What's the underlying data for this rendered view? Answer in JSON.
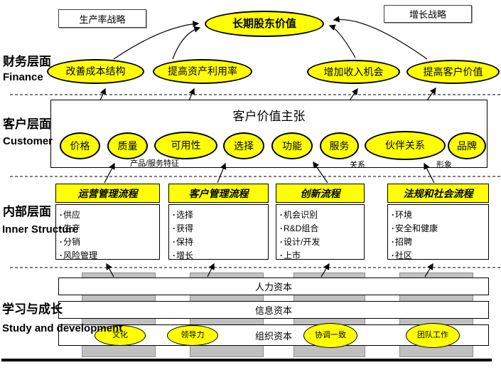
{
  "strategy_boxes": {
    "productivity": "生产率战略",
    "growth": "增长战略"
  },
  "top_goal": "长期股东价值",
  "layers": [
    {
      "zh": "财务层面",
      "en": "Finance"
    },
    {
      "zh": "客户层面",
      "en": "Customer"
    },
    {
      "zh": "内部层面",
      "en": "Inner Structure"
    },
    {
      "zh": "学习与成长",
      "en": "Study and development"
    }
  ],
  "finance": {
    "ellipses": [
      "改善成本结构",
      "提高资产利用率",
      "增加收入机会",
      "提高客户价值"
    ]
  },
  "customer": {
    "title": "客户价值主张",
    "ellipses": [
      "价格",
      "质量",
      "可用性",
      "选择",
      "功能",
      "服务",
      "伙伴关系",
      "品牌"
    ],
    "sublabels": [
      "产品/服务特征",
      "关系",
      "形象"
    ]
  },
  "internal": {
    "boxes": [
      {
        "title": "运营管理流程",
        "items": [
          "供应",
          "生产",
          "分销",
          "风险管理"
        ]
      },
      {
        "title": "客户管理流程",
        "items": [
          "选择",
          "获得",
          "保持",
          "增长"
        ]
      },
      {
        "title": "创新流程",
        "items": [
          "机会识别",
          "R&D组合",
          "设计/开发",
          "上市"
        ]
      },
      {
        "title": "法规和社会流程",
        "items": [
          "环境",
          "安全和健康",
          "招聘",
          "社区"
        ]
      }
    ]
  },
  "learning": {
    "bars": [
      "人力资本",
      "信息资本",
      "组织资本"
    ],
    "ellipses": [
      "文化",
      "领导力",
      "协调一致",
      "团队工作"
    ]
  },
  "colors": {
    "highlight_yellow": "#FFFF00",
    "column_gray": "#C0C0C0",
    "line_black": "#000000"
  }
}
